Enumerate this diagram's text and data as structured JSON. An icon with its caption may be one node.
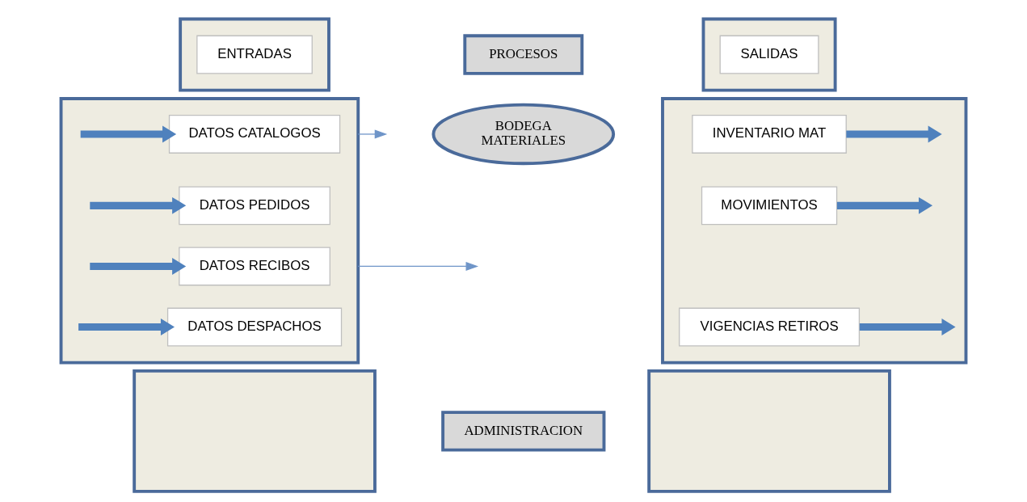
{
  "diagram": {
    "nodes": [
      {
        "text": [],
        "shape": "box"
      },
      {
        "text": [
          "ENTRADAS"
        ],
        "in": 0
      },
      {
        "text": [],
        "shape": "box"
      },
      {
        "text": [
          "DATOS CATALOGOS"
        ],
        "in": 2
      },
      {
        "text": [
          "DATOS PEDIDOS"
        ],
        "in": 2
      },
      {
        "text": [
          "DATOS RECIBOS"
        ],
        "in": 2
      },
      {
        "text": [
          "DATOS DESPACHOS"
        ],
        "in": 2
      },
      {
        "text": [],
        "shape": "box"
      },
      {
        "text": [
          "PROCESOS"
        ]
      },
      {
        "text": [
          "BODEGA MATERIALES"
        ]
      },
      {
        "text": [
          "ADMINISTRACION"
        ]
      },
      {
        "text": [],
        "shape": "box"
      },
      {
        "text": [
          "SALIDAS"
        ],
        "in": 11
      },
      {
        "text": [],
        "shape": "box"
      },
      {
        "text": [
          "INVENTARIO MAT"
        ],
        "in": 13
      },
      {
        "text": [
          "MOVIMIENTOS"
        ],
        "in": 13
      },
      {
        "text": [
          "VIGENCIAS RETIROS"
        ],
        "in": 13
      },
      {
        "text": [],
        "shape": "box"
      }
    ],
    "edges": [
      {
        "from": null,
        "to": 3,
        "arrow": "to"
      },
      {
        "from": null,
        "to": 4,
        "arrow": "to"
      },
      {
        "from": null,
        "to": 5,
        "arrow": "to"
      },
      {
        "from": null,
        "to": 6,
        "arrow": "to"
      },
      {
        "from": 2,
        "to": null,
        "arrow": "to",
        "color": "#6f95c8"
      },
      {
        "from": 2,
        "to": null,
        "arrow": "to",
        "color": "#6f95c8"
      },
      {
        "from": 14,
        "to": null,
        "arrow": "to"
      },
      {
        "from": 15,
        "to": null,
        "arrow": "to"
      },
      {
        "from": 16,
        "to": null,
        "arrow": "to"
      }
    ]
  }
}
